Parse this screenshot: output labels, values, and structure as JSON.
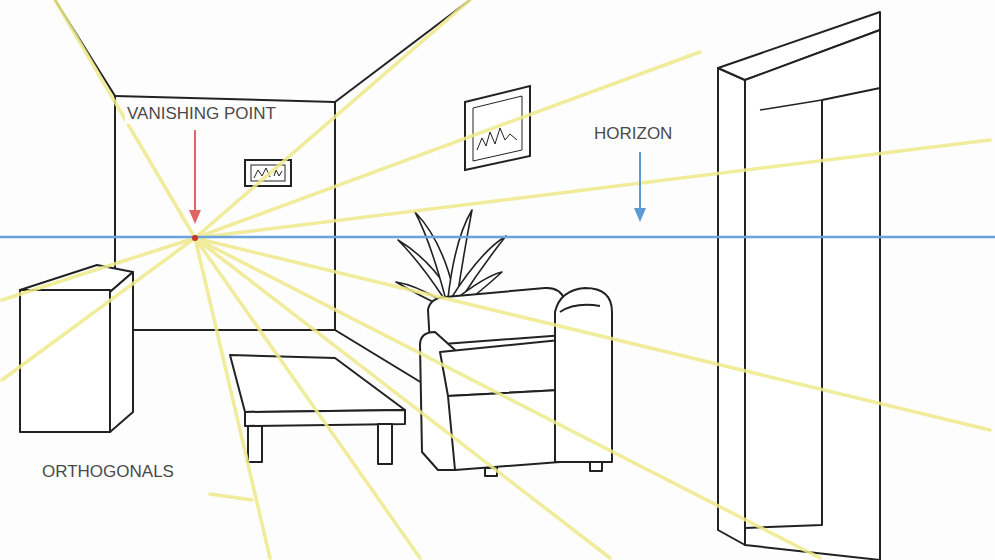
{
  "diagram": {
    "labels": [
      "VANISHING POINT",
      "HORIZON",
      "ORTHOGONALS"
    ]
  }
}
